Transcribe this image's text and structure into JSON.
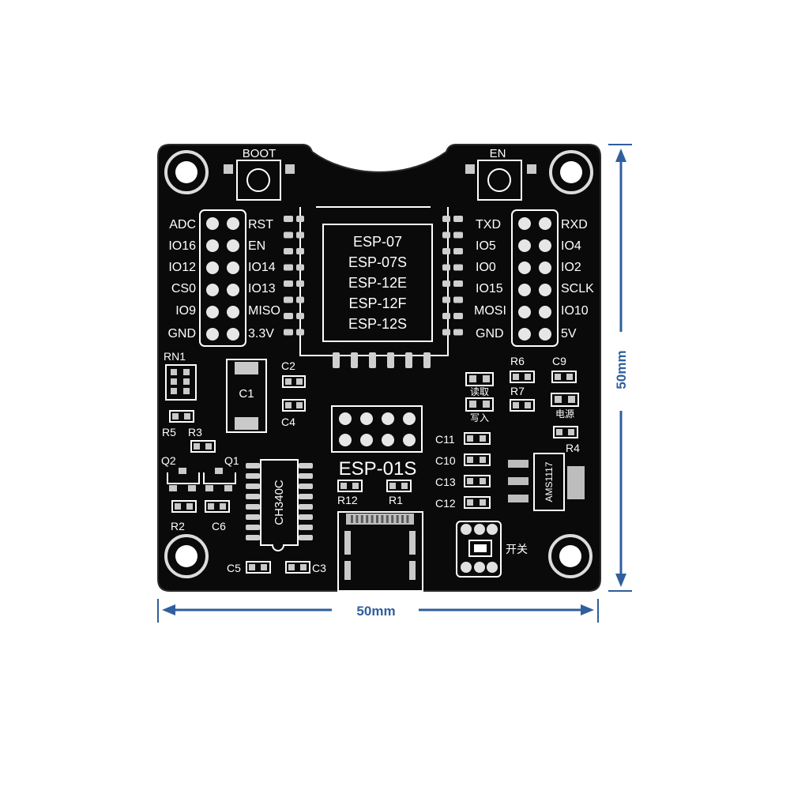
{
  "colors": {
    "board": "#0a0a0a",
    "silkscreen": "#ffffff",
    "pad": "#c9c9c9",
    "dimension": "#2f5f9c"
  },
  "buttons": {
    "boot": "BOOT",
    "en": "EN"
  },
  "header_left": {
    "left_labels": [
      "ADC",
      "IO16",
      "IO12",
      "CS0",
      "IO9",
      "GND"
    ],
    "right_labels": [
      "RST",
      "EN",
      "IO14",
      "IO13",
      "MISO",
      "3.3V"
    ]
  },
  "header_right": {
    "left_labels": [
      "TXD",
      "IO5",
      "IO0",
      "IO15",
      "MOSI",
      "GND"
    ],
    "right_labels": [
      "RXD",
      "IO4",
      "IO2",
      "SCLK",
      "IO10",
      "5V"
    ]
  },
  "module_types": [
    "ESP-07",
    "ESP-07S",
    "ESP-12E",
    "ESP-12F",
    "ESP-12S"
  ],
  "esp01s_label": "ESP-01S",
  "chips": {
    "usb_uart": "CH340C",
    "regulator": "AMS1117"
  },
  "components": {
    "rn1": "RN1",
    "c1": "C1",
    "c2": "C2",
    "c4": "C4",
    "r5": "R5",
    "r3": "R3",
    "q2": "Q2",
    "q1": "Q1",
    "r2": "R2",
    "c6": "C6",
    "c5": "C5",
    "c3": "C3",
    "r12": "R12",
    "r1": "R1",
    "c11": "C11",
    "c10": "C10",
    "c13": "C13",
    "c12": "C12",
    "r6": "R6",
    "r7": "R7",
    "c9": "C9",
    "r4": "R4",
    "read": "读取",
    "write": "写入",
    "power": "电源",
    "switch": "开关"
  },
  "dimensions": {
    "width": "50mm",
    "height": "50mm"
  }
}
